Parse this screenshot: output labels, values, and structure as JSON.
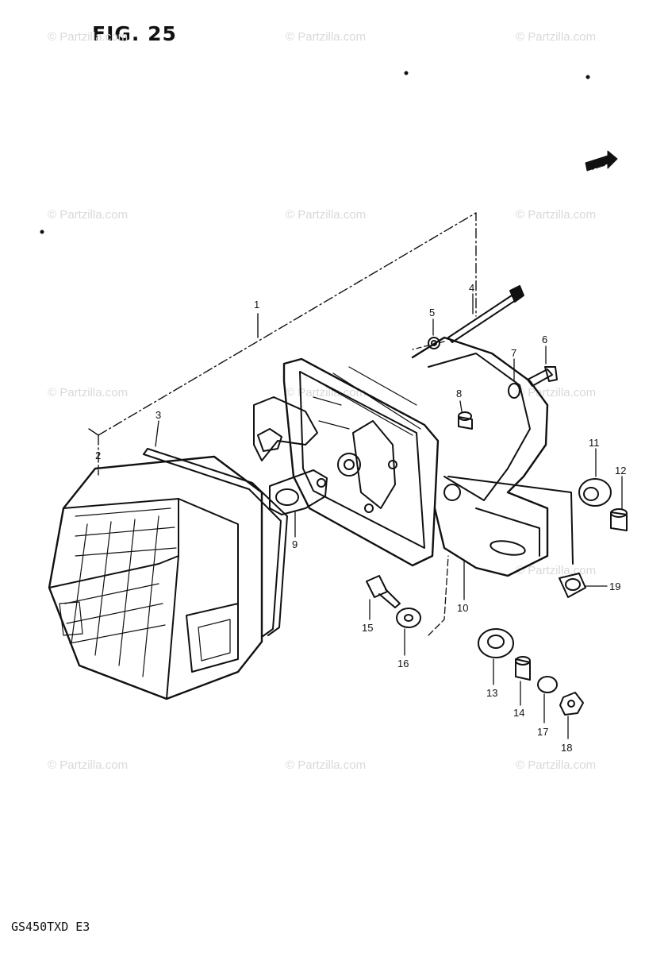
{
  "figure": {
    "title": "FIG. 25",
    "model_code": "GS450TXD E3",
    "watermark": "© Partzilla.com",
    "forward_marker": "FWD"
  },
  "callouts": [
    "1",
    "2",
    "3",
    "4",
    "5",
    "6",
    "7",
    "8",
    "9",
    "10",
    "11",
    "12",
    "13",
    "14",
    "15",
    "16",
    "17",
    "18",
    "19"
  ]
}
